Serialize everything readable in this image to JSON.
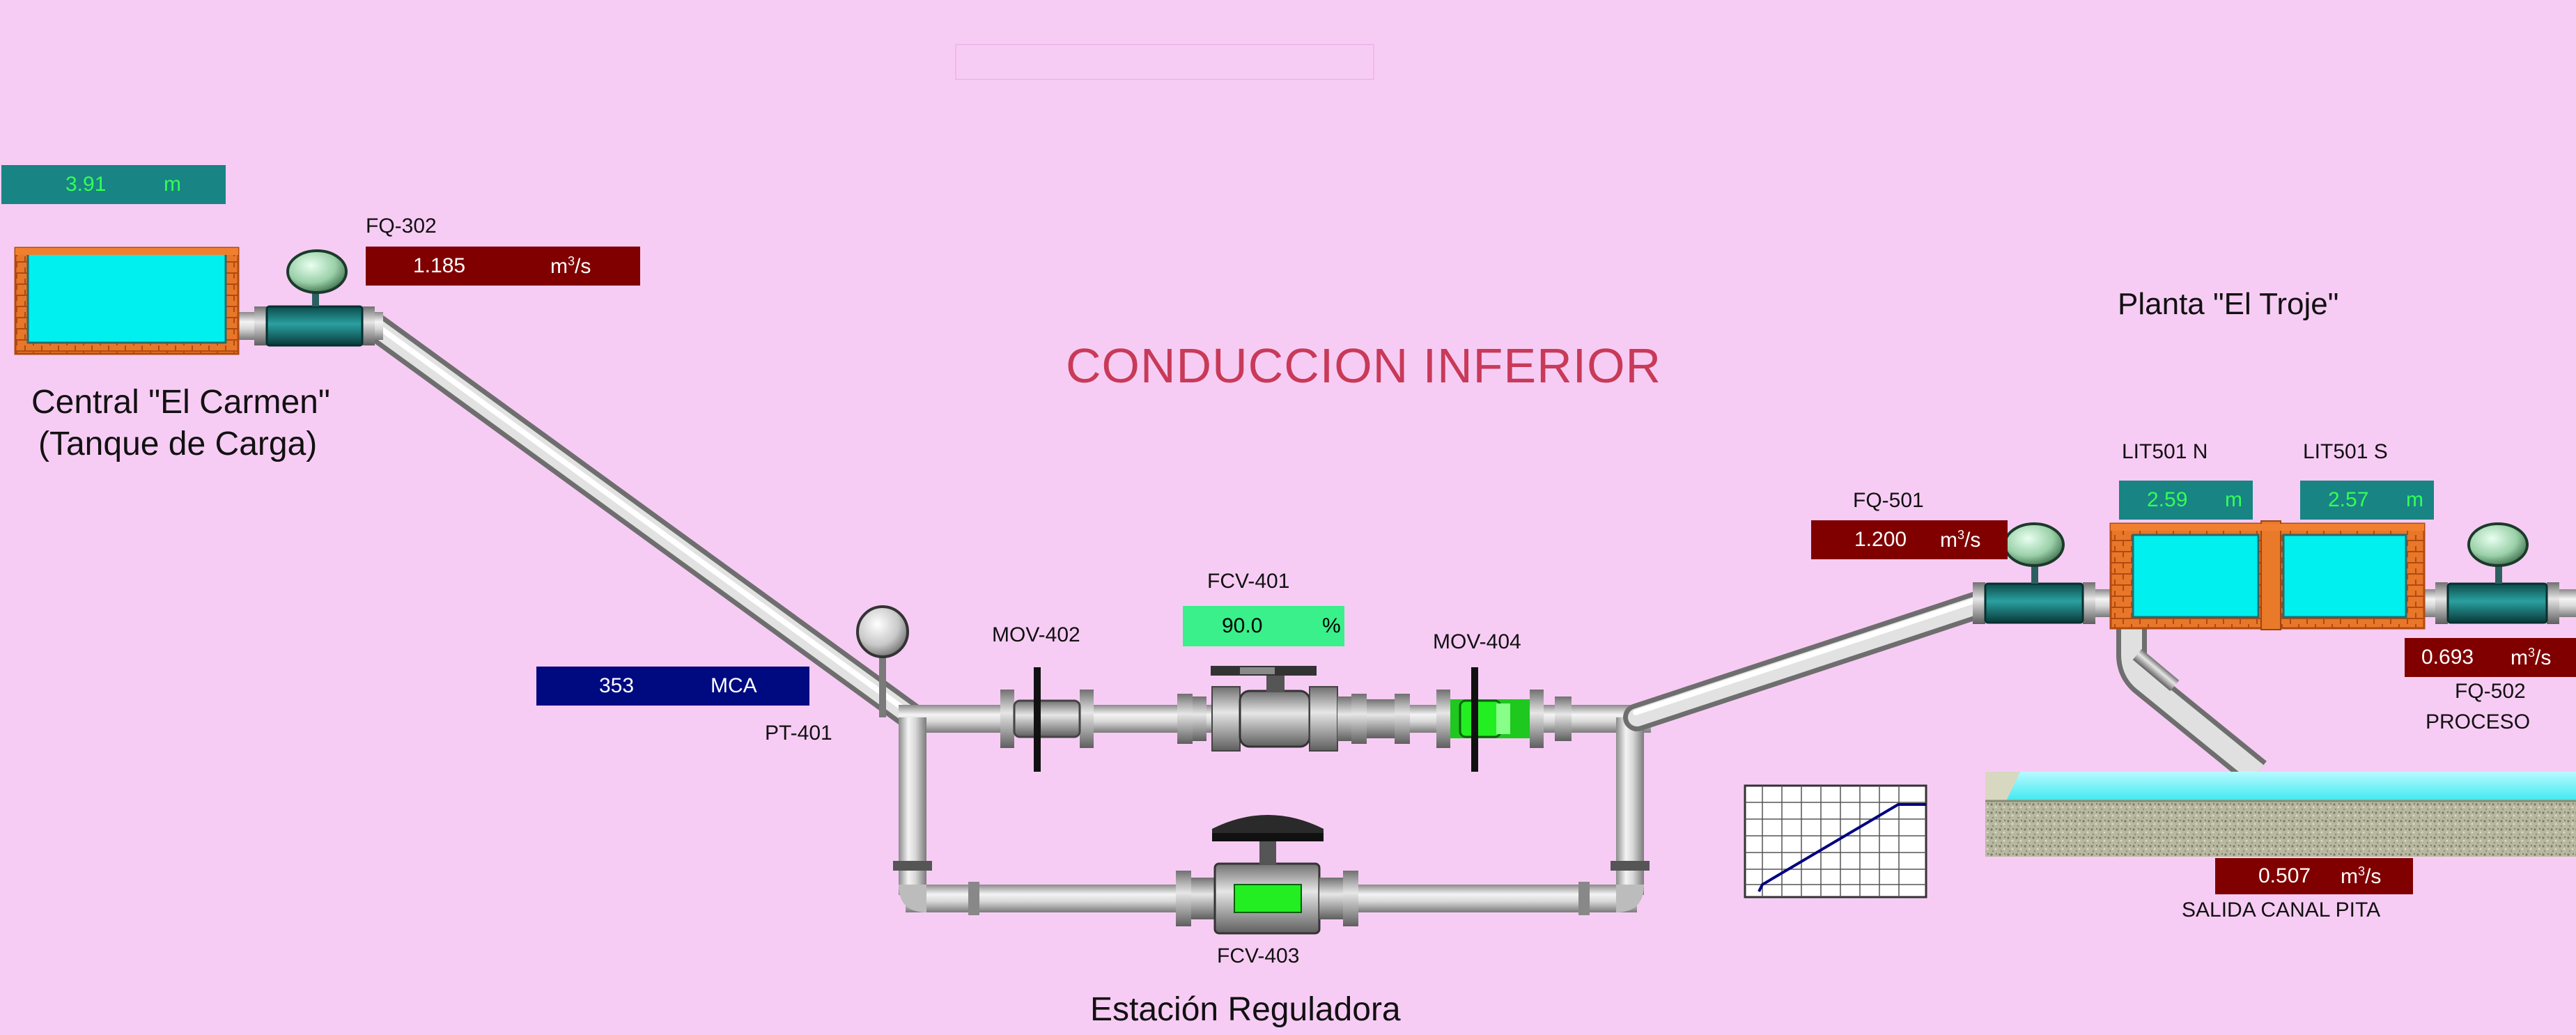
{
  "title": "CONDUCCION INFERIOR",
  "colors": {
    "background": "#f7ccf4",
    "title": "#c83a58",
    "pipe": "#c8c8c8",
    "tank_water": "#00f0f0",
    "tank_wall": "#e87a2a",
    "flow_box": "#800000",
    "level_box": "#188484",
    "pressure_box": "#000a80",
    "valve_open": "#22ee22"
  },
  "central": {
    "name_line1": "Central \"El Carmen\"",
    "name_line2": "(Tanque de Carga)",
    "level": {
      "value": "3.91",
      "unit": "m"
    }
  },
  "fq302": {
    "tag": "FQ-302",
    "value": "1.185",
    "unit_base": "m",
    "unit_exp": "3",
    "unit_rest": "/s"
  },
  "pt401": {
    "tag": "PT-401",
    "value": "353",
    "unit": "MCA"
  },
  "mov402": {
    "tag": "MOV-402"
  },
  "fcv401": {
    "tag": "FCV-401",
    "value": "90.0",
    "unit": "%"
  },
  "mov404": {
    "tag": "MOV-404"
  },
  "fcv403": {
    "tag": "FCV-403"
  },
  "station": {
    "name": "Estación Reguladora"
  },
  "fq501": {
    "tag": "FQ-501",
    "value": "1.200",
    "unit_base": "m",
    "unit_exp": "3",
    "unit_rest": "/s"
  },
  "plant": {
    "name": "Planta \"El Troje\"",
    "lit501n": {
      "tag": "LIT501 N",
      "value": "2.59",
      "unit": "m"
    },
    "lit501s": {
      "tag": "LIT501 S",
      "value": "2.57",
      "unit": "m"
    }
  },
  "fq502": {
    "tag": "FQ-502",
    "sublabel": "PROCESO",
    "value": "0.693",
    "unit_base": "m",
    "unit_exp": "3",
    "unit_rest": "/s"
  },
  "canal": {
    "label": "SALIDA CANAL PITA",
    "value": "0.507",
    "unit_base": "m",
    "unit_exp": "3",
    "unit_rest": "/s"
  }
}
